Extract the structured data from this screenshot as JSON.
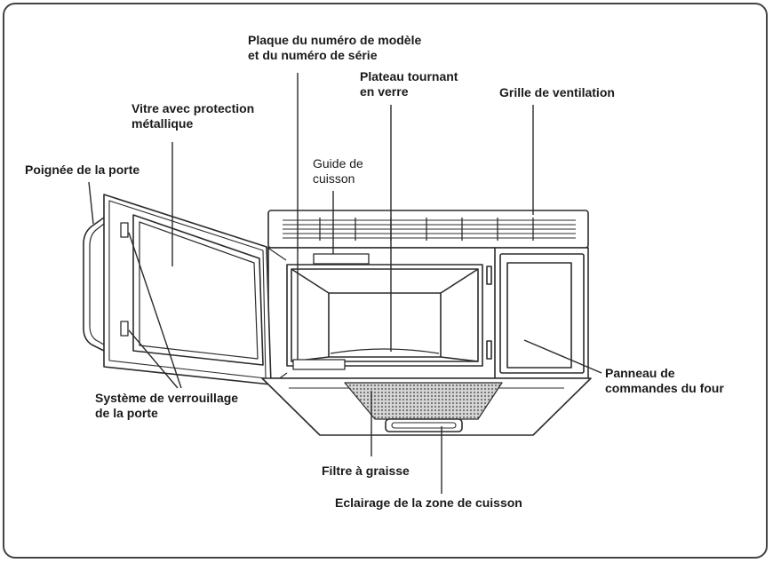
{
  "labels": {
    "model_plate": [
      "Plaque du numéro de modèle",
      "et du numéro de série"
    ],
    "turntable": [
      "Plateau tournant",
      "en verre"
    ],
    "vent_grille": [
      "Grille de ventilation"
    ],
    "window": [
      "Vitre avec protection",
      "métallique"
    ],
    "cooking_guide": [
      "Guide de",
      "cuisson"
    ],
    "door_handle": [
      "Poignée de la porte"
    ],
    "control_panel": [
      "Panneau de",
      "commandes du four"
    ],
    "door_latch": [
      "Système de verrouillage",
      "de la porte"
    ],
    "grease_filter": [
      "Filtre à graisse"
    ],
    "cooktop_light": [
      "Eclairage de la zone de cuisson"
    ]
  },
  "colors": {
    "line": "#2b2b2b",
    "text": "#1a1a1a",
    "filter": "#8a8a8a"
  }
}
